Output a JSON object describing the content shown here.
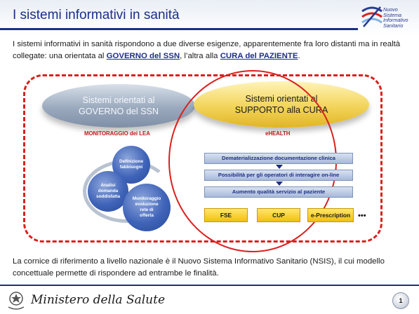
{
  "header": {
    "title": "I sistemi informativi in sanità",
    "logo_lines": [
      "Nuovo",
      "Sistema",
      "Informativo",
      "Sanitario"
    ]
  },
  "intro": {
    "part1": "I sistemi informativi in sanità rispondono a due diverse esigenze, apparentemente fra loro distanti ma in realtà collegate: una orientata al ",
    "link1": "GOVERNO del SSN",
    "part2": ", l’altra alla ",
    "link2": "CURA del PAZIENTE",
    "part3": "."
  },
  "diagram": {
    "left_ellipse": {
      "line1": "Sistemi orientati al",
      "line2": "GOVERNO del SSN"
    },
    "right_ellipse": {
      "line1": "Sistemi orientati al",
      "line2": "SUPPORTO alla CURA"
    },
    "left_label": "MONITORAGGIO dei LEA",
    "right_label": "eHEALTH",
    "gears": [
      {
        "line1": "Definizione",
        "line2": "fabbisogni"
      },
      {
        "line1": "Analisi",
        "line2": "domanda",
        "line3": "soddisfatta"
      },
      {
        "line1": "Monitoraggio",
        "line2": "evoluzione",
        "line3": "rete di",
        "line4": "offerta"
      }
    ],
    "bars": [
      "Dematerializzazione documentazione clinica",
      "Possibilità per gli operatori di interagire on-line",
      "Aumento qualità servizio al paziente"
    ],
    "boxes": [
      "FSE",
      "CUP",
      "e-Prescription"
    ],
    "ellipsis": "•••"
  },
  "conclusion": "La cornice di riferimento a livello nazionale è il Nuovo Sistema Informativo Sanitario (NSIS), il cui modello concettuale permette di rispondere ad entrambe le finalità.",
  "footer": {
    "ministry": "Ministero della Salute",
    "page_number": "1"
  },
  "colors": {
    "brand_blue": "#1c2f86",
    "accent_red": "#d9211e",
    "yellow": "#f0c011"
  }
}
